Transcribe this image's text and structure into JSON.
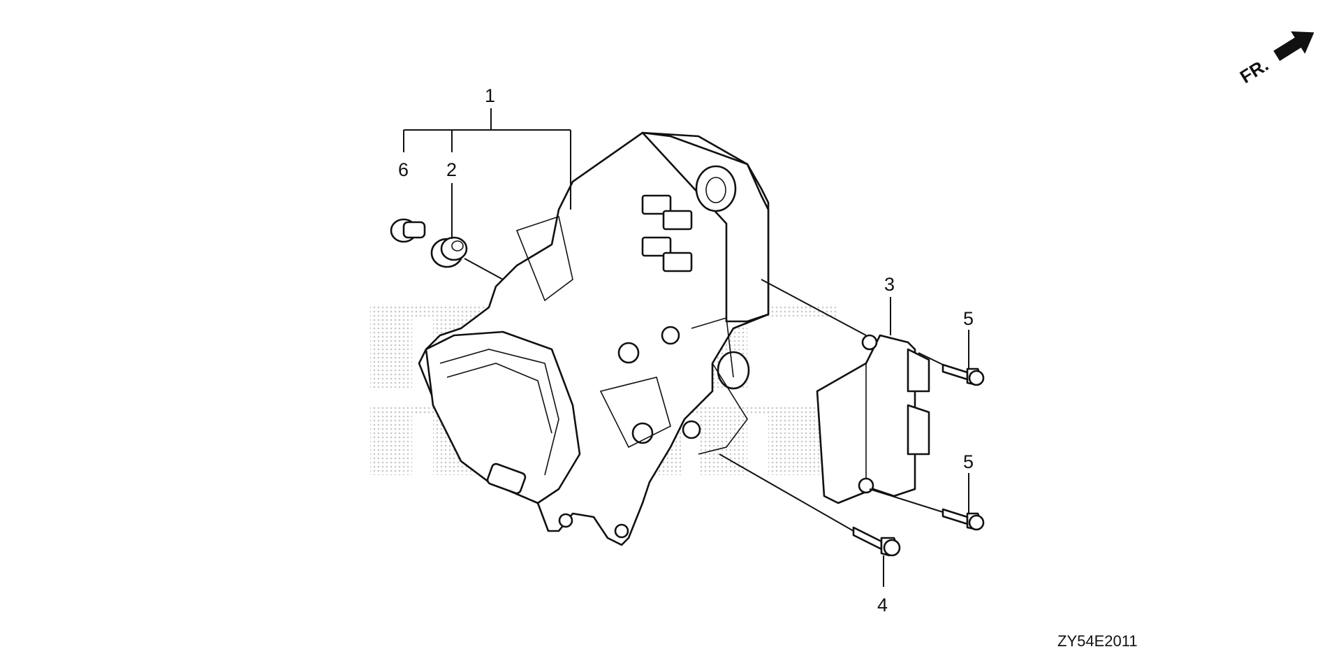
{
  "callouts": {
    "c1": "1",
    "c2": "2",
    "c3": "3",
    "c4": "4",
    "c5a": "5",
    "c5b": "5",
    "c6": "6"
  },
  "direction_marker": {
    "label": "FR.",
    "icon": "arrow-right-up-icon"
  },
  "diagram_code": "ZY54E2011",
  "watermark_text": "HONDA MARINE"
}
